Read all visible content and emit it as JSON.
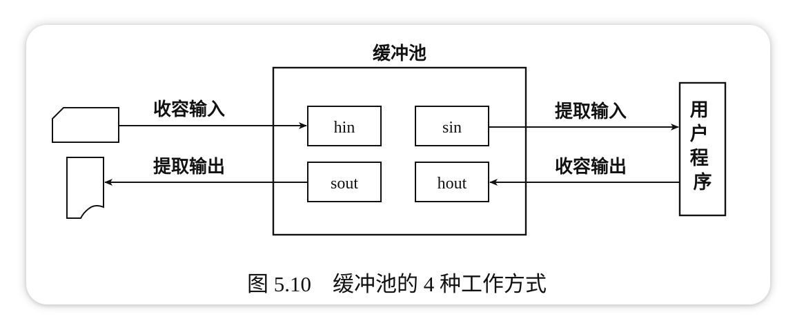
{
  "diagram": {
    "pool_title": "缓冲池",
    "buffers": {
      "hin": "hin",
      "sin": "sin",
      "sout": "sout",
      "hout": "hout"
    },
    "left_labels": {
      "collect_input": "收容输入",
      "extract_output": "提取输出"
    },
    "right_labels": {
      "extract_input": "提取输入",
      "collect_output": "收容输出"
    },
    "user_program": [
      "用",
      "户",
      "程",
      "序"
    ],
    "caption": "图 5.10　缓冲池的 4 种工作方式"
  }
}
